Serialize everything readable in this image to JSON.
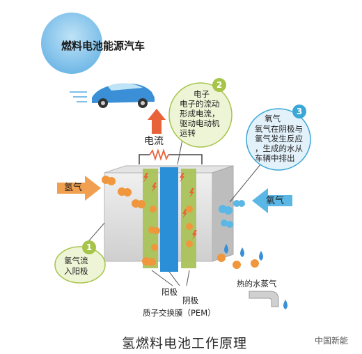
{
  "title": "燃料电池能源汽车",
  "caption": "氢燃料电池工作原理",
  "labels": {
    "current": "电流",
    "hydrogen_in": "氢气",
    "oxygen_in": "氧气",
    "steam": "热的水蒸气",
    "anode": "阳极",
    "cathode": "阴极",
    "pem": "质子交换膜（PEM）"
  },
  "steps": [
    {
      "number": "1",
      "lines": [
        "氢气流",
        "入阳极"
      ]
    },
    {
      "number": "2",
      "lines": [
        "电子",
        "电子的流动",
        "形成电流，",
        "驱动电动机",
        "运转"
      ]
    },
    {
      "number": "3",
      "lines": [
        "氧气",
        "氧气在阴极与",
        "氢气发生反应",
        "，生成的水从",
        "车辆中排出"
      ]
    }
  ],
  "watermark": "中国新能",
  "colors": {
    "moon": "#7fbfe9",
    "car": "#3a8fd6",
    "arrow_red": "#e8623a",
    "hydrogen_arrow": "#f0a050",
    "oxygen_arrow": "#5bb8e6",
    "membrane": "#2b8fd8",
    "electrode": "#a9c35a",
    "step_circle": "#a6c44a",
    "step3_circle": "#3aa7d6",
    "h2_molecule": "#f0963c",
    "o2_molecule": "#5bb8e6"
  },
  "icons": [
    "car-icon",
    "lightning-bolt-icon",
    "resistor-icon",
    "water-drop-icon",
    "pipe-icon"
  ]
}
